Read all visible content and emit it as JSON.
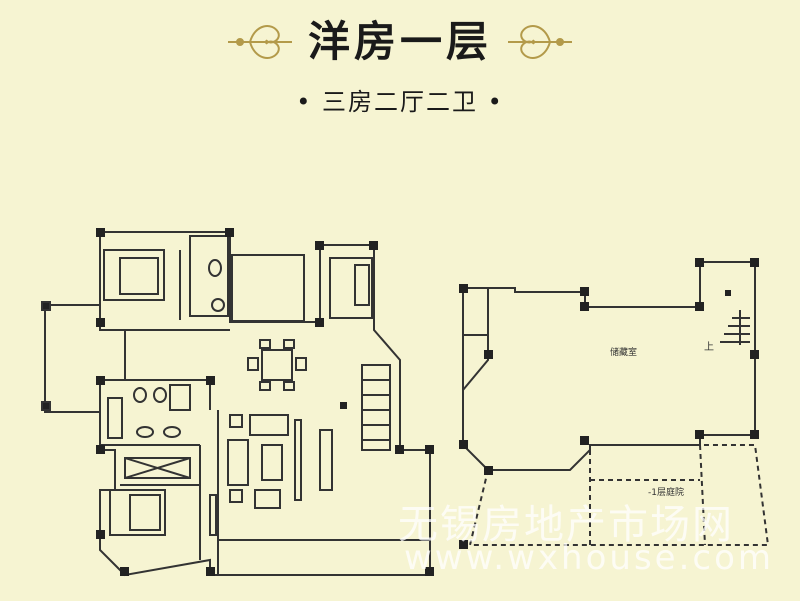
{
  "header": {
    "title": "洋房一层",
    "subtitle": "• 三房二厅二卫 •"
  },
  "plan_right": {
    "storage_label": "储藏室",
    "stair_up_label": "上",
    "courtyard_label": "-1层庭院"
  },
  "watermark": {
    "cn_text": "无锡房地产市场网",
    "url_text": "www.wxhouse.com"
  }
}
